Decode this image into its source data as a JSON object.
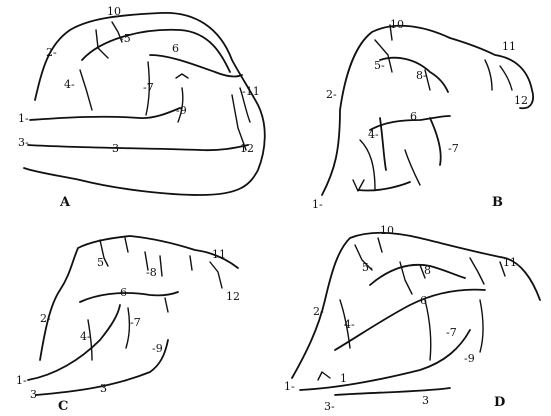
{
  "figure": {
    "panels": [
      {
        "letter": "A",
        "labels": [
          "10",
          "-5",
          "2-",
          "6",
          "4-",
          "-7",
          "-11",
          "1-",
          "-9",
          "3-",
          "3",
          "12"
        ]
      },
      {
        "letter": "B",
        "labels": [
          "10",
          "11",
          "5-",
          "8-",
          "2-",
          "12",
          "6",
          "4-",
          "-7",
          "1-"
        ]
      },
      {
        "letter": "C",
        "labels": [
          "5",
          "-8",
          "11",
          "6",
          "12",
          "2-",
          "-7",
          "4-",
          "-9",
          "1-",
          "3-",
          "3"
        ]
      },
      {
        "letter": "D",
        "labels": [
          "10",
          "5-",
          "8",
          "11",
          "2-",
          "6",
          "4-",
          "-7",
          "-9",
          "1",
          "1-",
          "3-",
          "3"
        ]
      }
    ]
  }
}
